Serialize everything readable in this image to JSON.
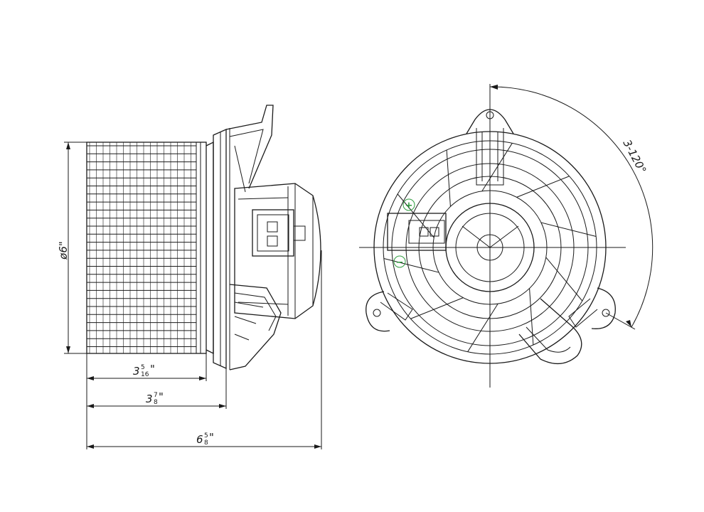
{
  "dimensions": {
    "diameter": {
      "label": "ø6\""
    },
    "length_body": {
      "whole": "3",
      "num": "5",
      "den": "16",
      "unit": "\""
    },
    "length_housing": {
      "whole": "3",
      "num": "7",
      "den": "8",
      "unit": "\""
    },
    "length_total": {
      "whole": "6",
      "num": "5",
      "den": "8",
      "unit": "\""
    },
    "mount_angle": {
      "label": "3-120°"
    }
  },
  "terminals": {
    "positive": "+",
    "negative": "−"
  },
  "colors": {
    "line": "#1a1a1a",
    "positive": "#2e9c3e",
    "negative": "#2e9c3e"
  }
}
